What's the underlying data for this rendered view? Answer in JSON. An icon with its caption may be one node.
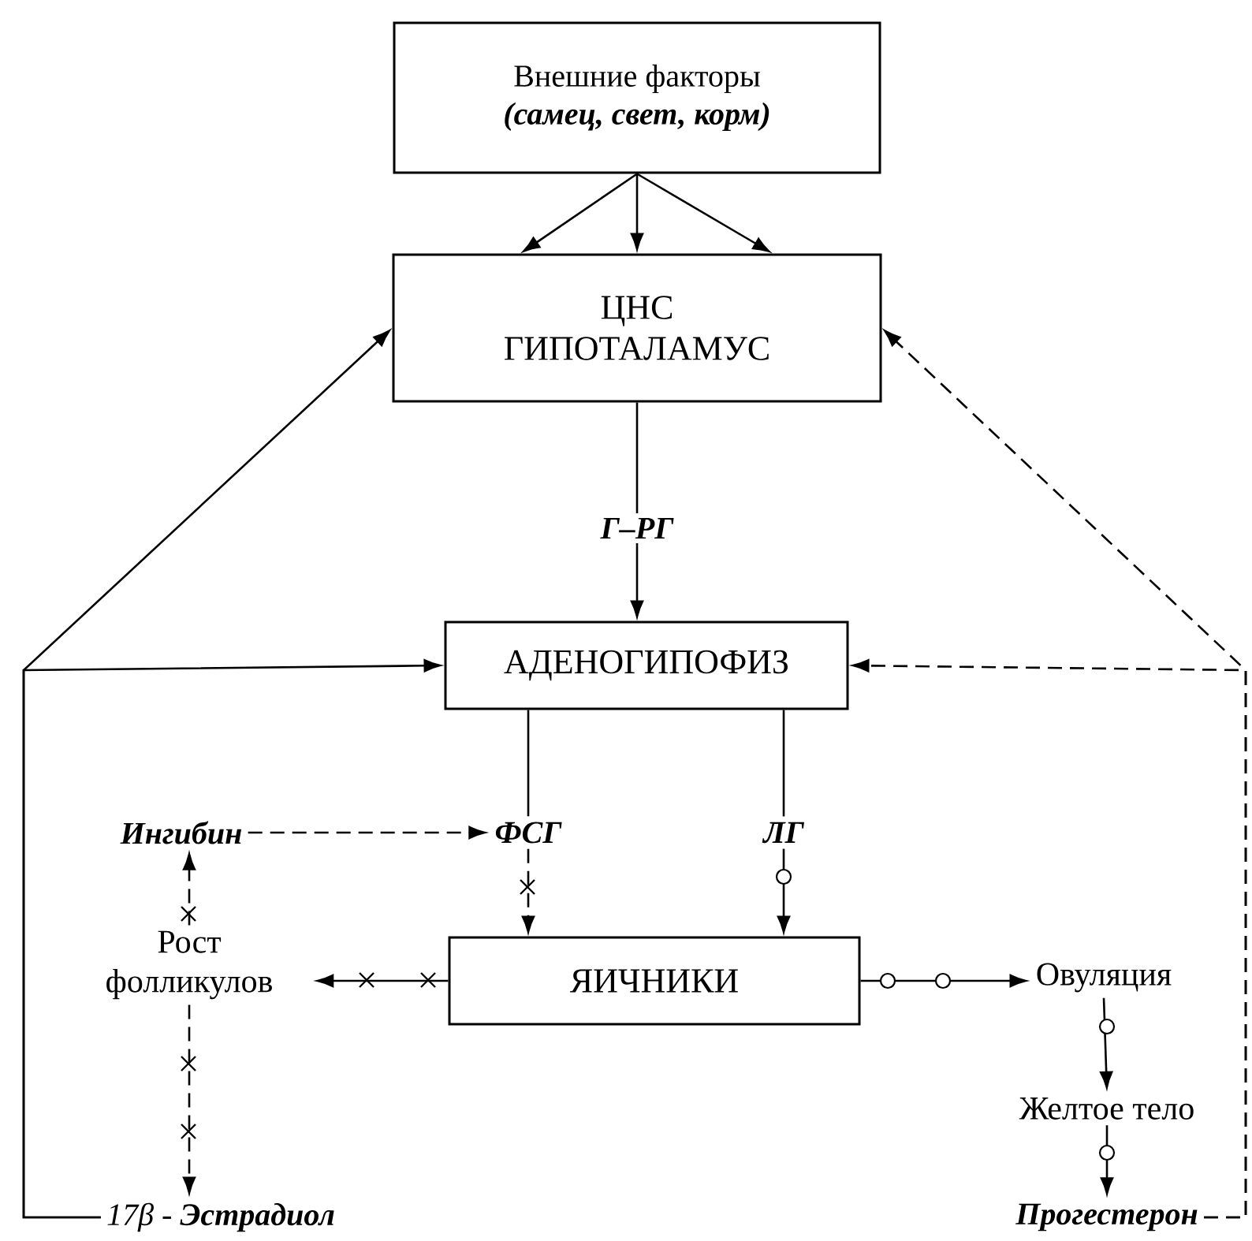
{
  "diagram": {
    "nodes": [
      {
        "text": [
          "Внешние факторы",
          "(самец, свет, корм)"
        ]
      },
      {
        "text": [
          "ЦНС ГИПОТАЛАМУС"
        ]
      },
      {
        "text": [
          "АДЕНОГИПОФИЗ"
        ]
      },
      {
        "text": [
          "Ингибин"
        ]
      },
      {
        "text": [
          "ФСГ"
        ]
      },
      {
        "text": [
          "ЛГ"
        ]
      },
      {
        "text": [
          "Рост фолликулов"
        ]
      },
      {
        "text": [
          "ЯИЧНИКИ"
        ]
      },
      {
        "text": [
          "Овуляция"
        ]
      },
      {
        "text": [
          "Желтое тело"
        ]
      },
      {
        "text": [
          "17β - **Эстрадиол**"
        ]
      },
      {
        "text": [
          "Прогестерон"
        ]
      }
    ],
    "edges": [
      {
        "from": 0,
        "to": 1,
        "arrow": "to"
      },
      {
        "from": 0,
        "to": 1,
        "arrow": "to"
      },
      {
        "from": 0,
        "to": 1,
        "arrow": "to"
      },
      {
        "from": 1,
        "to": 2,
        "arrow": "to",
        "label": "Г–РГ"
      },
      {
        "from": 2,
        "to": 4,
        "arrow": "none"
      },
      {
        "from": 2,
        "to": 5,
        "arrow": "none"
      },
      {
        "from": 3,
        "to": 4,
        "arrow": "to",
        "style": "dashed"
      },
      {
        "from": 4,
        "to": 7,
        "arrow": "to",
        "style": "dashed"
      },
      {
        "from": 5,
        "to": 7,
        "arrow": "to"
      },
      {
        "from": 7,
        "to": 6,
        "arrow": "to"
      },
      {
        "from": 6,
        "to": 3,
        "arrow": "to",
        "style": "dashed"
      },
      {
        "from": 6,
        "to": 10,
        "arrow": "to",
        "style": "dashed"
      },
      {
        "from": 7,
        "to": 8,
        "arrow": "to"
      },
      {
        "from": 8,
        "to": 9,
        "arrow": "to"
      },
      {
        "from": 9,
        "to": 11,
        "arrow": "to"
      },
      {
        "from": 10,
        "to": 1,
        "arrow": "to"
      },
      {
        "from": 10,
        "to": 2,
        "arrow": "to"
      },
      {
        "from": 11,
        "to": 1,
        "arrow": "to",
        "style": "dashed"
      },
      {
        "from": 11,
        "to": 2,
        "arrow": "to",
        "style": "dashed"
      }
    ]
  }
}
